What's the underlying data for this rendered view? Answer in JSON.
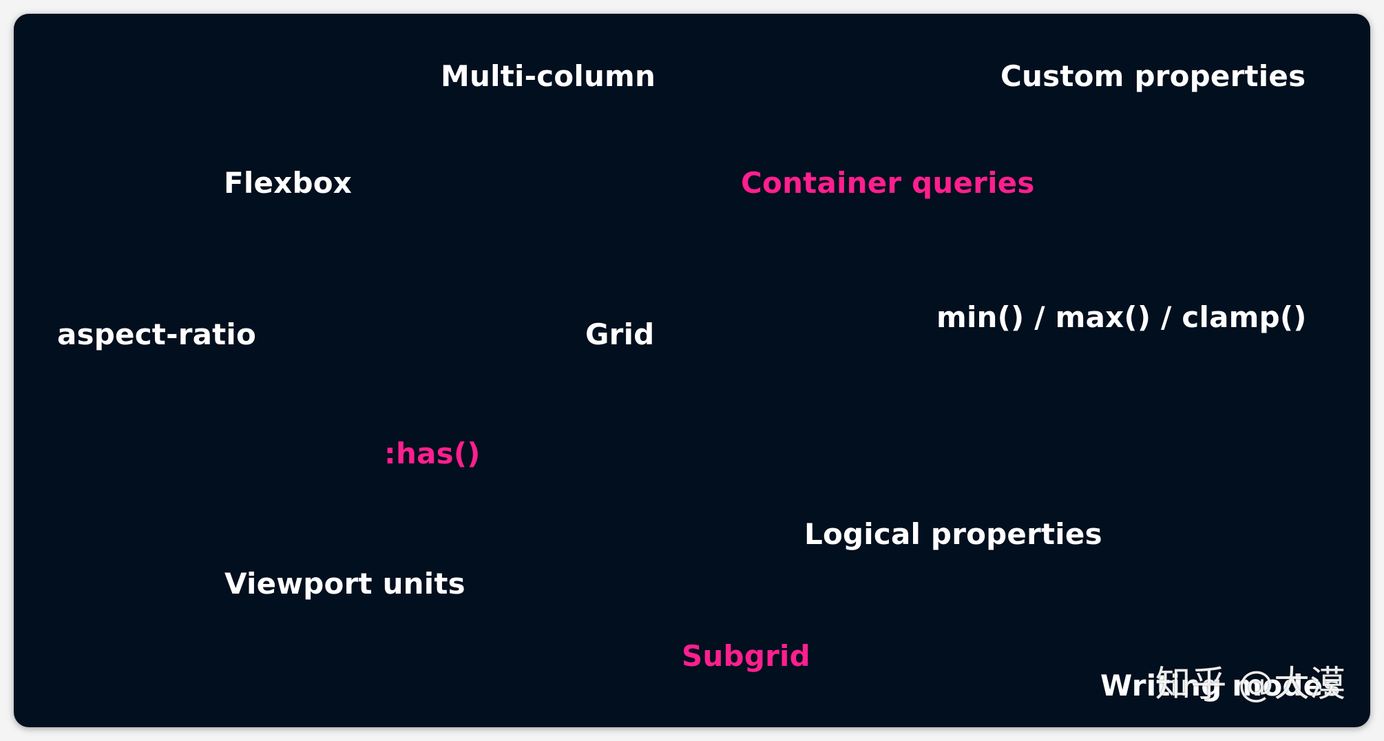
{
  "terms": {
    "multi_column": "Multi-column",
    "custom_properties": "Custom properties",
    "flexbox": "Flexbox",
    "container_queries": "Container queries",
    "aspect_ratio": "aspect-ratio",
    "grid": "Grid",
    "min_max_clamp": "min() / max() / clamp()",
    "has": ":has()",
    "logical_properties": "Logical properties",
    "viewport_units": "Viewport units",
    "subgrid": "Subgrid",
    "writing_modes": "Writing modes"
  },
  "watermark": "知乎 @大漠",
  "colors": {
    "background": "#020f1e",
    "text": "#ffffff",
    "highlight": "#ff1f8e"
  }
}
